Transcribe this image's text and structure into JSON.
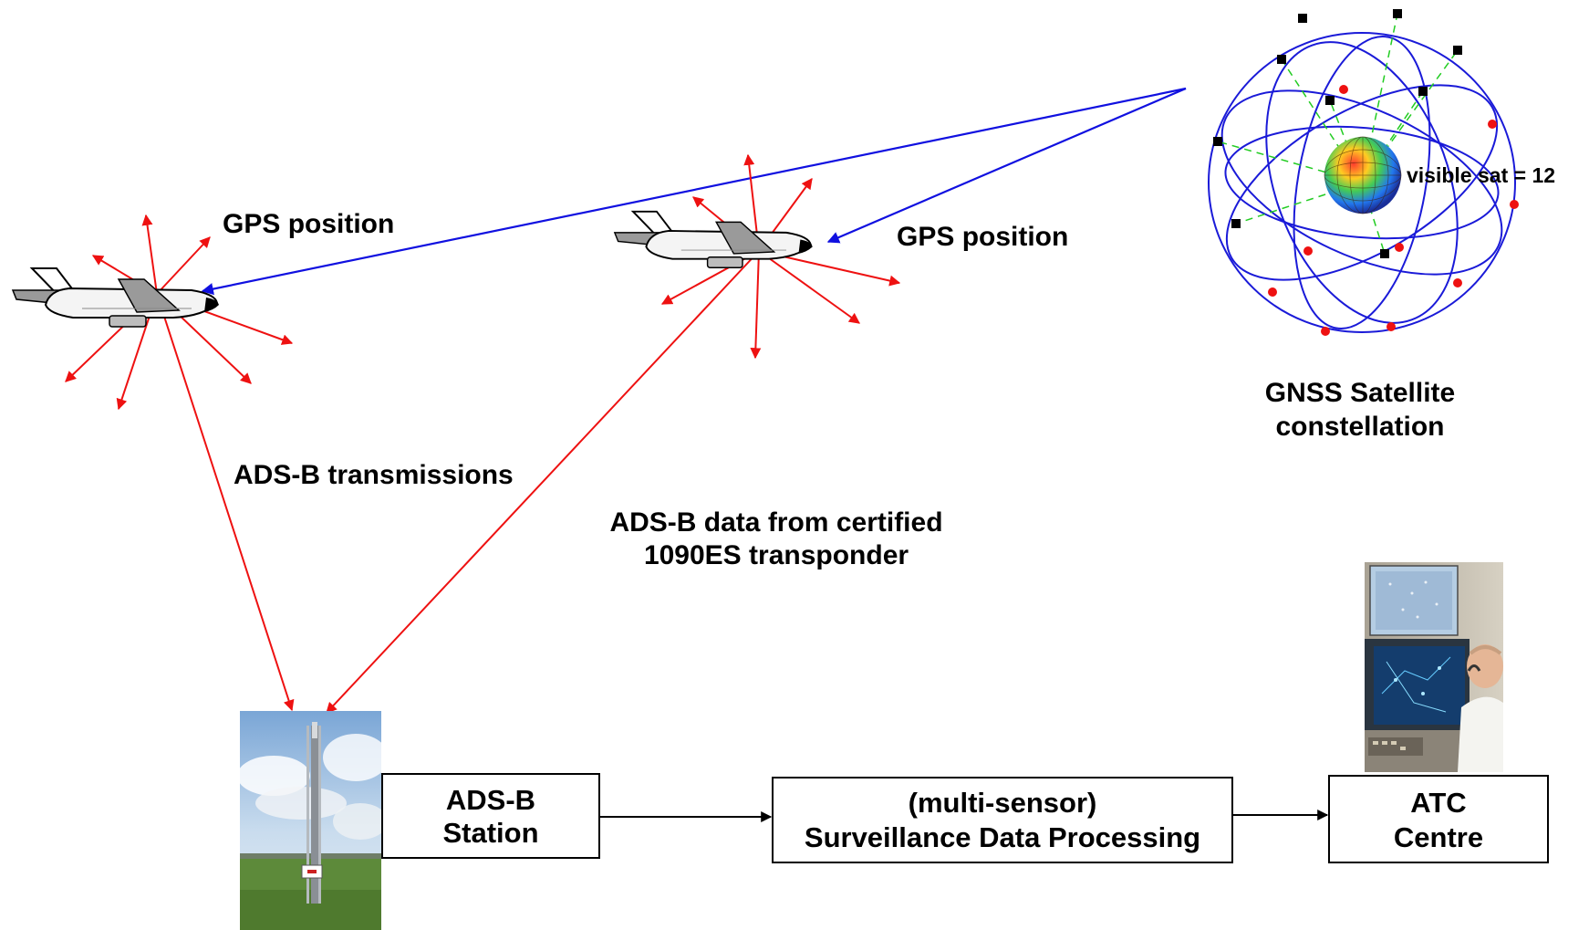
{
  "satellite": {
    "visible_label": "visible sat = 12",
    "caption_line1": "GNSS Satellite",
    "caption_line2": "constellation"
  },
  "labels": {
    "gps_position_left": "GPS position",
    "gps_position_right": "GPS position",
    "adsb_transmissions": "ADS-B transmissions",
    "adsb_data_line1": "ADS-B data from certified",
    "adsb_data_line2": "1090ES transponder"
  },
  "boxes": {
    "station_line1": "ADS-B",
    "station_line2": "Station",
    "sdp_line1": "(multi-sensor)",
    "sdp_line2": "Surveillance Data Processing",
    "atc_line1": "ATC",
    "atc_line2": "Centre"
  },
  "colors": {
    "gps_link": "#1010e0",
    "adsb_link": "#ee1111",
    "orbit": "#1a1ad8",
    "box_border": "#000000"
  }
}
